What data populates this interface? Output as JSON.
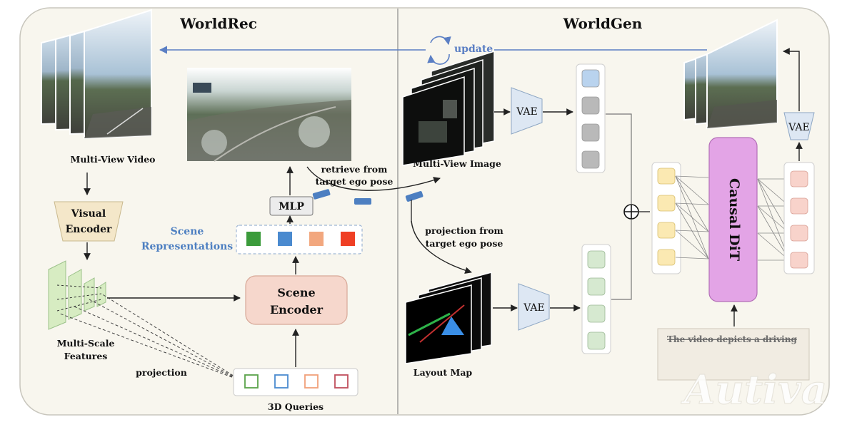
{
  "worldrec": {
    "title": "WorldRec",
    "multiview_video_label": "Multi-View Video",
    "visual_encoder_line1": "Visual",
    "visual_encoder_line2": "Encoder",
    "multiscale_line1": "Multi-Scale",
    "multiscale_line2": "Features",
    "projection_label": "projection",
    "queries_label": "3D Queries",
    "scene_encoder_line1": "Scene",
    "scene_encoder_line2": "Encoder",
    "scene_repr_line1": "Scene",
    "scene_repr_line2": "Representations",
    "mlp_label": "MLP",
    "retrieve_line1": "retrieve from",
    "retrieve_line2": "target ego pose"
  },
  "worldgen": {
    "title": "WorldGen",
    "update_label": "update",
    "multiview_image_label": "Multi-View Image",
    "vae_label": "VAE",
    "projection_line1": "projection from",
    "projection_line2": "target ego pose",
    "layout_map_label": "Layout Map",
    "causal_dit_label": "Causal DiT",
    "text_prompt": "The video depicts a driving"
  },
  "watermark": "Autiva",
  "colors": {
    "background": "#f8f6ee",
    "divider": "#8a8a8a",
    "update_arrow": "#5b7fc4",
    "scene_repr_text": "#4d7fc1",
    "visual_encoder": "#f4e7c9",
    "scene_encoder": "#f6d7cc",
    "mlp": "#ececec",
    "vae": "#dde7f3",
    "causal_dit": "#e3a4e6",
    "feature_pyramid": "#d7ecc2",
    "scene_tokens": [
      "#3b9b3b",
      "#4a8acf",
      "#f2a77e",
      "#ef3f24"
    ],
    "query_tokens": [
      "#5aa34a",
      "#4a8acf",
      "#f0a07a",
      "#c04f5c"
    ],
    "image_tokens": [
      "#b9d3ee",
      "#b9b9b9",
      "#b9b9b9",
      "#b9b9b9"
    ],
    "layout_tokens": "#d6e9d0",
    "input_tokens": "#fbe9b2",
    "output_tokens": "#f8d3cb"
  }
}
